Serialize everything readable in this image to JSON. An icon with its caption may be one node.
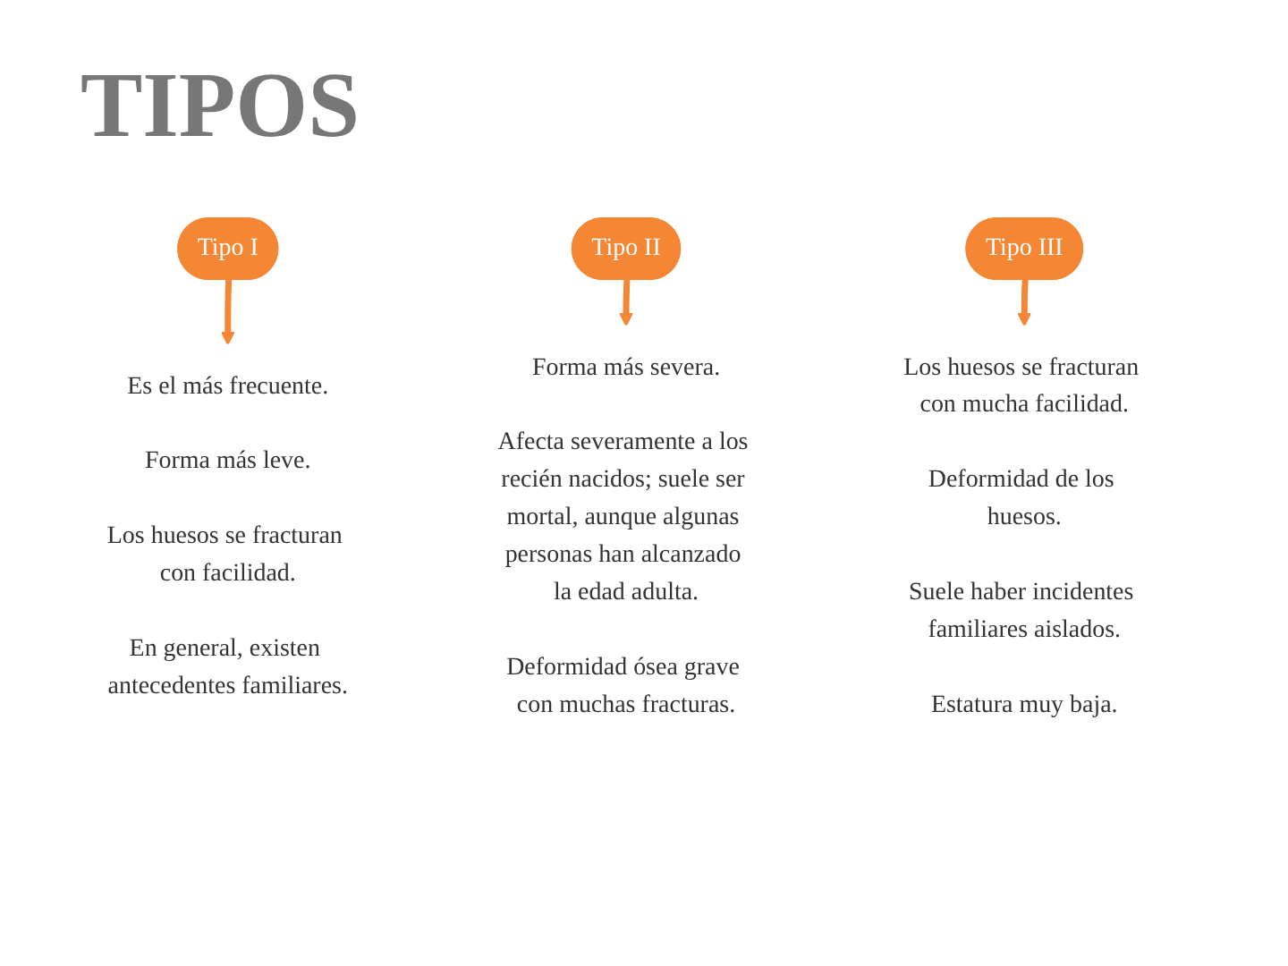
{
  "diagram": {
    "title": "TIPOS",
    "nodes": [
      {
        "text": [
          "Tipo I"
        ]
      },
      {
        "text": [
          "Tipo II"
        ]
      },
      {
        "text": [
          "Tipo III"
        ]
      },
      {
        "text": [
          "Es el más frecuente.",
          "Forma más leve.",
          "Los huesos se fracturan con facilidad.",
          "En general, existen antecedentes familiares."
        ]
      },
      {
        "text": [
          "Forma más severa.",
          "Afecta severamente a los recién nacidos; suele ser mortal, aunque algunas personas han alcanzado la edad adulta.",
          "Deformidad ósea grave con muchas fracturas."
        ]
      },
      {
        "text": [
          "Los huesos se fracturan con mucha facilidad.",
          "Deformidad de los huesos.",
          "Suele haber incidentes familiares aislados.",
          "Estatura muy baja."
        ]
      }
    ],
    "edges": [
      {
        "from": 0,
        "to": 3,
        "arrow": "to"
      },
      {
        "from": 1,
        "to": 4,
        "arrow": "to"
      },
      {
        "from": 2,
        "to": 5,
        "arrow": "to"
      }
    ]
  }
}
